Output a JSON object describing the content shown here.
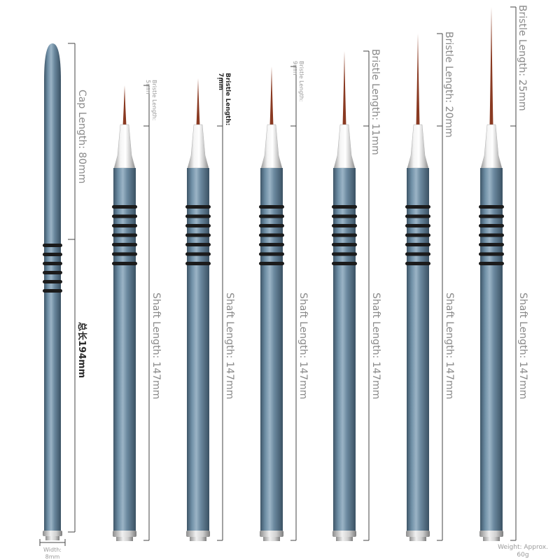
{
  "labels": {
    "cap_length": "Cap Length: 80mm",
    "total_length": "总长194mm",
    "width": "Width:\n8mm",
    "weight": "Weight: Approx.\n60g",
    "shaft_length": "Shaft Length: 147mm"
  },
  "brushes": [
    {
      "bristle_label": "Bristle Length:\n5mm"
    },
    {
      "bristle_label": "Bristle Length:\n7mm"
    },
    {
      "bristle_label": "Bristle Length:\n9mm"
    },
    {
      "bristle_label": "Bristle Length: 11mm"
    },
    {
      "bristle_label": "Bristle Length: 20mm"
    },
    {
      "bristle_label": "Bristle Length: 25mm"
    }
  ],
  "colors": {
    "handle": "#5f7f96",
    "handle_light": "#8fa9bc",
    "handle_dark": "#3e5668",
    "ring": "#1b1b1b",
    "bristle": "#8a3a22",
    "metal": "#d8d8d8",
    "dimension_line": "#444444"
  }
}
